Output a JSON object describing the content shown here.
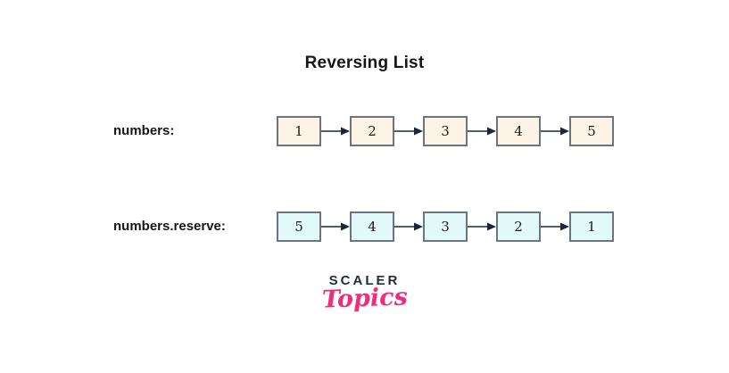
{
  "title": "Reversing List",
  "rows": [
    {
      "label": "numbers:",
      "values": [
        "1",
        "2",
        "3",
        "4",
        "5"
      ],
      "box_fill": "#fdf4e5"
    },
    {
      "label": "numbers.reserve:",
      "values": [
        "5",
        "4",
        "3",
        "2",
        "1"
      ],
      "box_fill": "#e1f9f9"
    }
  ],
  "logo": {
    "primary": "SCALER",
    "secondary": "Topics",
    "primary_color": "#252b42",
    "secondary_color": "#ee2d7c"
  },
  "colors": {
    "background": "#ffffff",
    "box_border": "#6b7580",
    "arrow": "#1b2638",
    "text": "#161616"
  }
}
